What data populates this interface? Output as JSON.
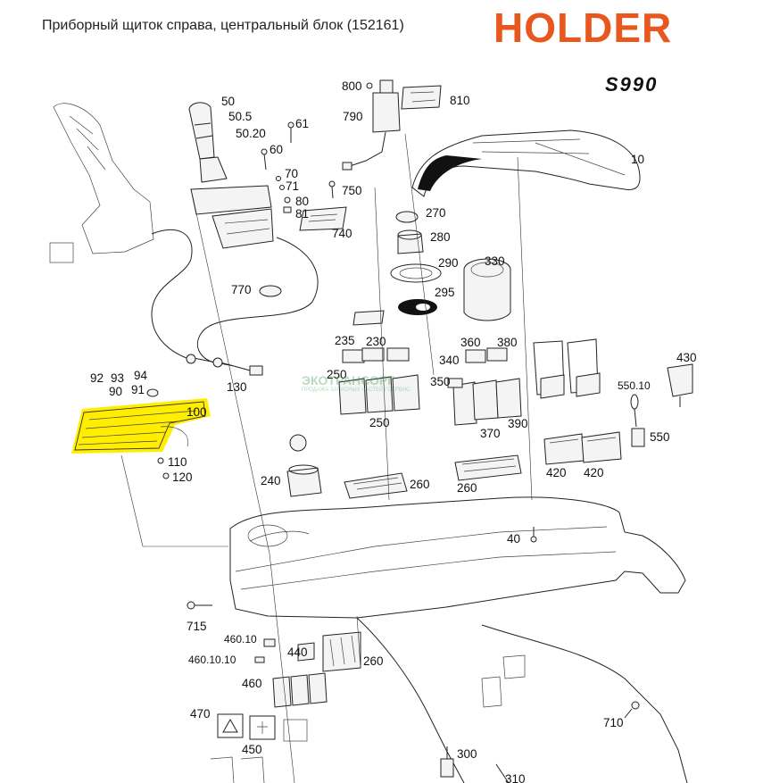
{
  "header": {
    "title": "Приборный щиток справа, центральный блок (152161)",
    "brand": "HOLDER",
    "model": "S990",
    "brand_color": "#e8571e"
  },
  "watermark": {
    "line1": "ЭКОТРАНСОРГ",
    "line2": "ПРОДАЖА ЗАПАСНЫХ ЧАСТЕЙ / СЕРВИС"
  },
  "highlight": {
    "color": "#ffee00",
    "part": "100"
  },
  "labels": {
    "p10": "10",
    "p40": "40",
    "p50": "50",
    "p50_5": "50.5",
    "p50_20": "50.20",
    "p60": "60",
    "p61": "61",
    "p70": "70",
    "p71": "71",
    "p80": "80",
    "p81": "81",
    "p90": "90",
    "p91": "91",
    "p92": "92",
    "p93": "93",
    "p94": "94",
    "p100": "100",
    "p110": "110",
    "p120": "120",
    "p130": "130",
    "p230": "230",
    "p235": "235",
    "p240": "240",
    "p250a": "250",
    "p250b": "250",
    "p260a": "260",
    "p260b": "260",
    "p260c": "260",
    "p270": "270",
    "p280": "280",
    "p290": "290",
    "p295": "295",
    "p300": "300",
    "p310": "310",
    "p330": "330",
    "p340": "340",
    "p350": "350",
    "p360": "360",
    "p370": "370",
    "p380": "380",
    "p390": "390",
    "p420a": "420",
    "p420b": "420",
    "p430": "430",
    "p440": "440",
    "p450": "450",
    "p460": "460",
    "p460_10": "460.10",
    "p460_10_10": "460.10.10",
    "p470": "470",
    "p550": "550",
    "p550_10": "550.10",
    "p710": "710",
    "p715": "715",
    "p740": "740",
    "p750": "750",
    "p770": "770",
    "p790": "790",
    "p800": "800",
    "p810": "810"
  }
}
